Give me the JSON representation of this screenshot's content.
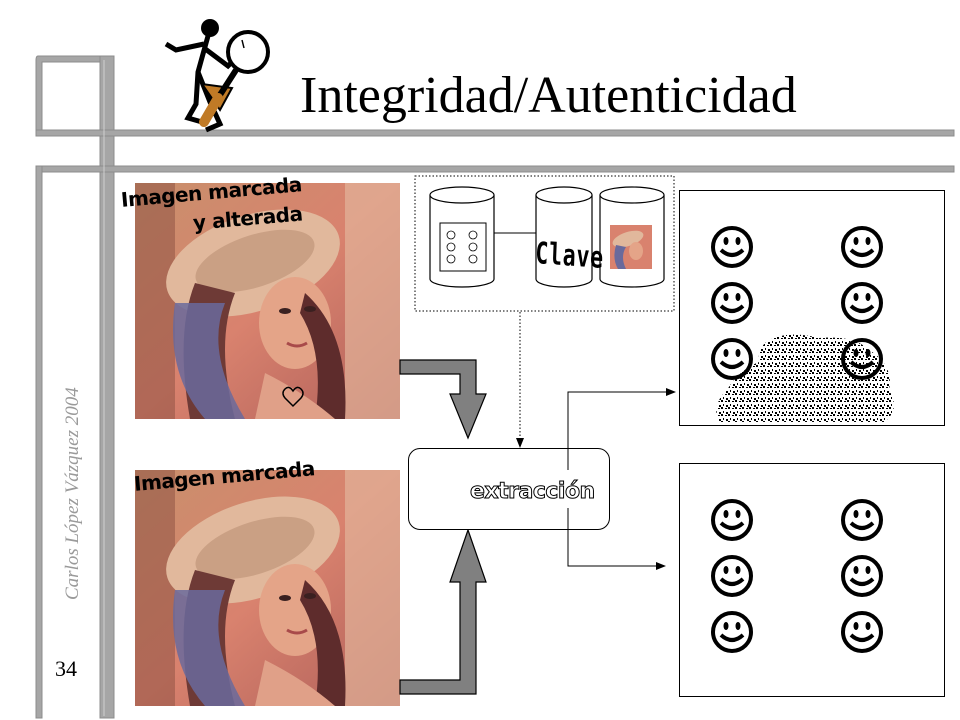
{
  "slide": {
    "title": "Integridad/Autenticidad",
    "author": "Carlos López Vázquez 2004",
    "page_number": "34"
  },
  "images": {
    "top_label_line1": "Imagen marcada",
    "top_label_line2": "y alterada",
    "bottom_label": "Imagen marcada"
  },
  "key": {
    "label": "Clave"
  },
  "process": {
    "label": "extracción"
  },
  "panels": {
    "top_smileys": 6,
    "bottom_smileys": 6
  },
  "colors": {
    "frame": "#a6a6a6",
    "arrow": "#808080",
    "text": "#000000"
  }
}
